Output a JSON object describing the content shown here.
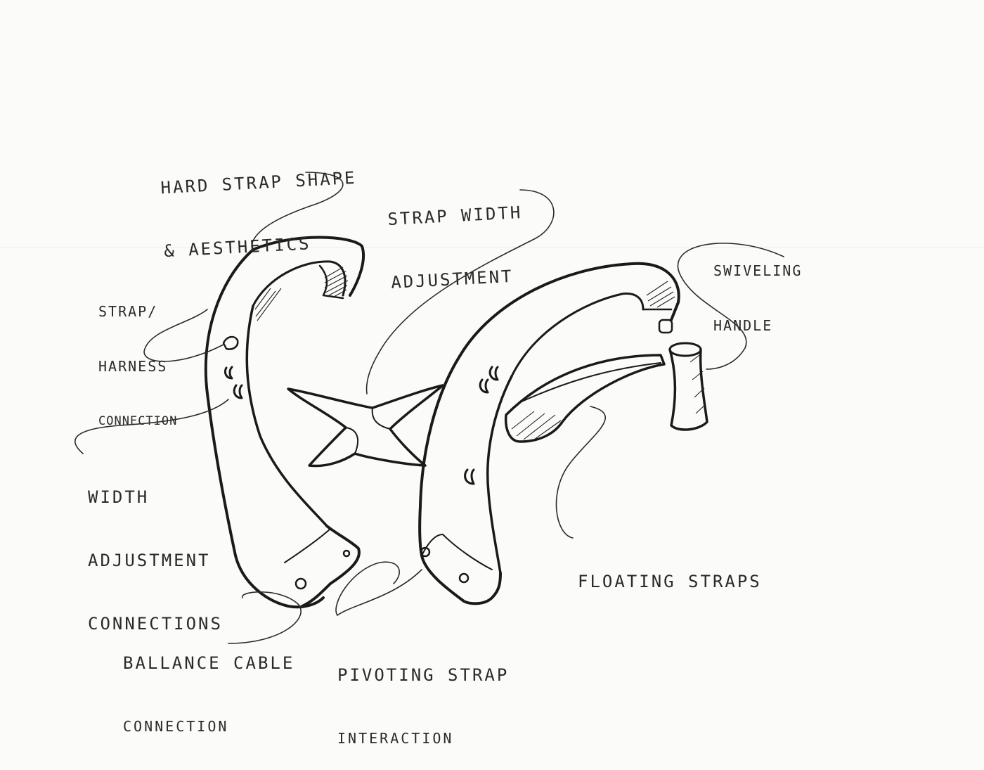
{
  "labels": {
    "hard_strap": [
      "HARD STRAP SHAPE",
      "& AESTHETICS"
    ],
    "strap_width": [
      "STRAP WIDTH",
      "ADJUSTMENT"
    ],
    "swiveling": [
      "SWIVELING",
      "HANDLE"
    ],
    "harness": [
      "STRAP/",
      "HARNESS",
      "CONNECTION"
    ],
    "width_adj": [
      "WIDTH",
      "ADJUSTMENT",
      "CONNECTIONS"
    ],
    "floating": [
      "FLOATING STRAPS"
    ],
    "ballance": [
      "BALLANCE CABLE",
      "CONNECTION"
    ],
    "pivoting": [
      "PIVOTING STRAP",
      "INTERACTION"
    ]
  },
  "colors": {
    "ink": "#1a1a1a",
    "paper": "#fbfbfa"
  }
}
